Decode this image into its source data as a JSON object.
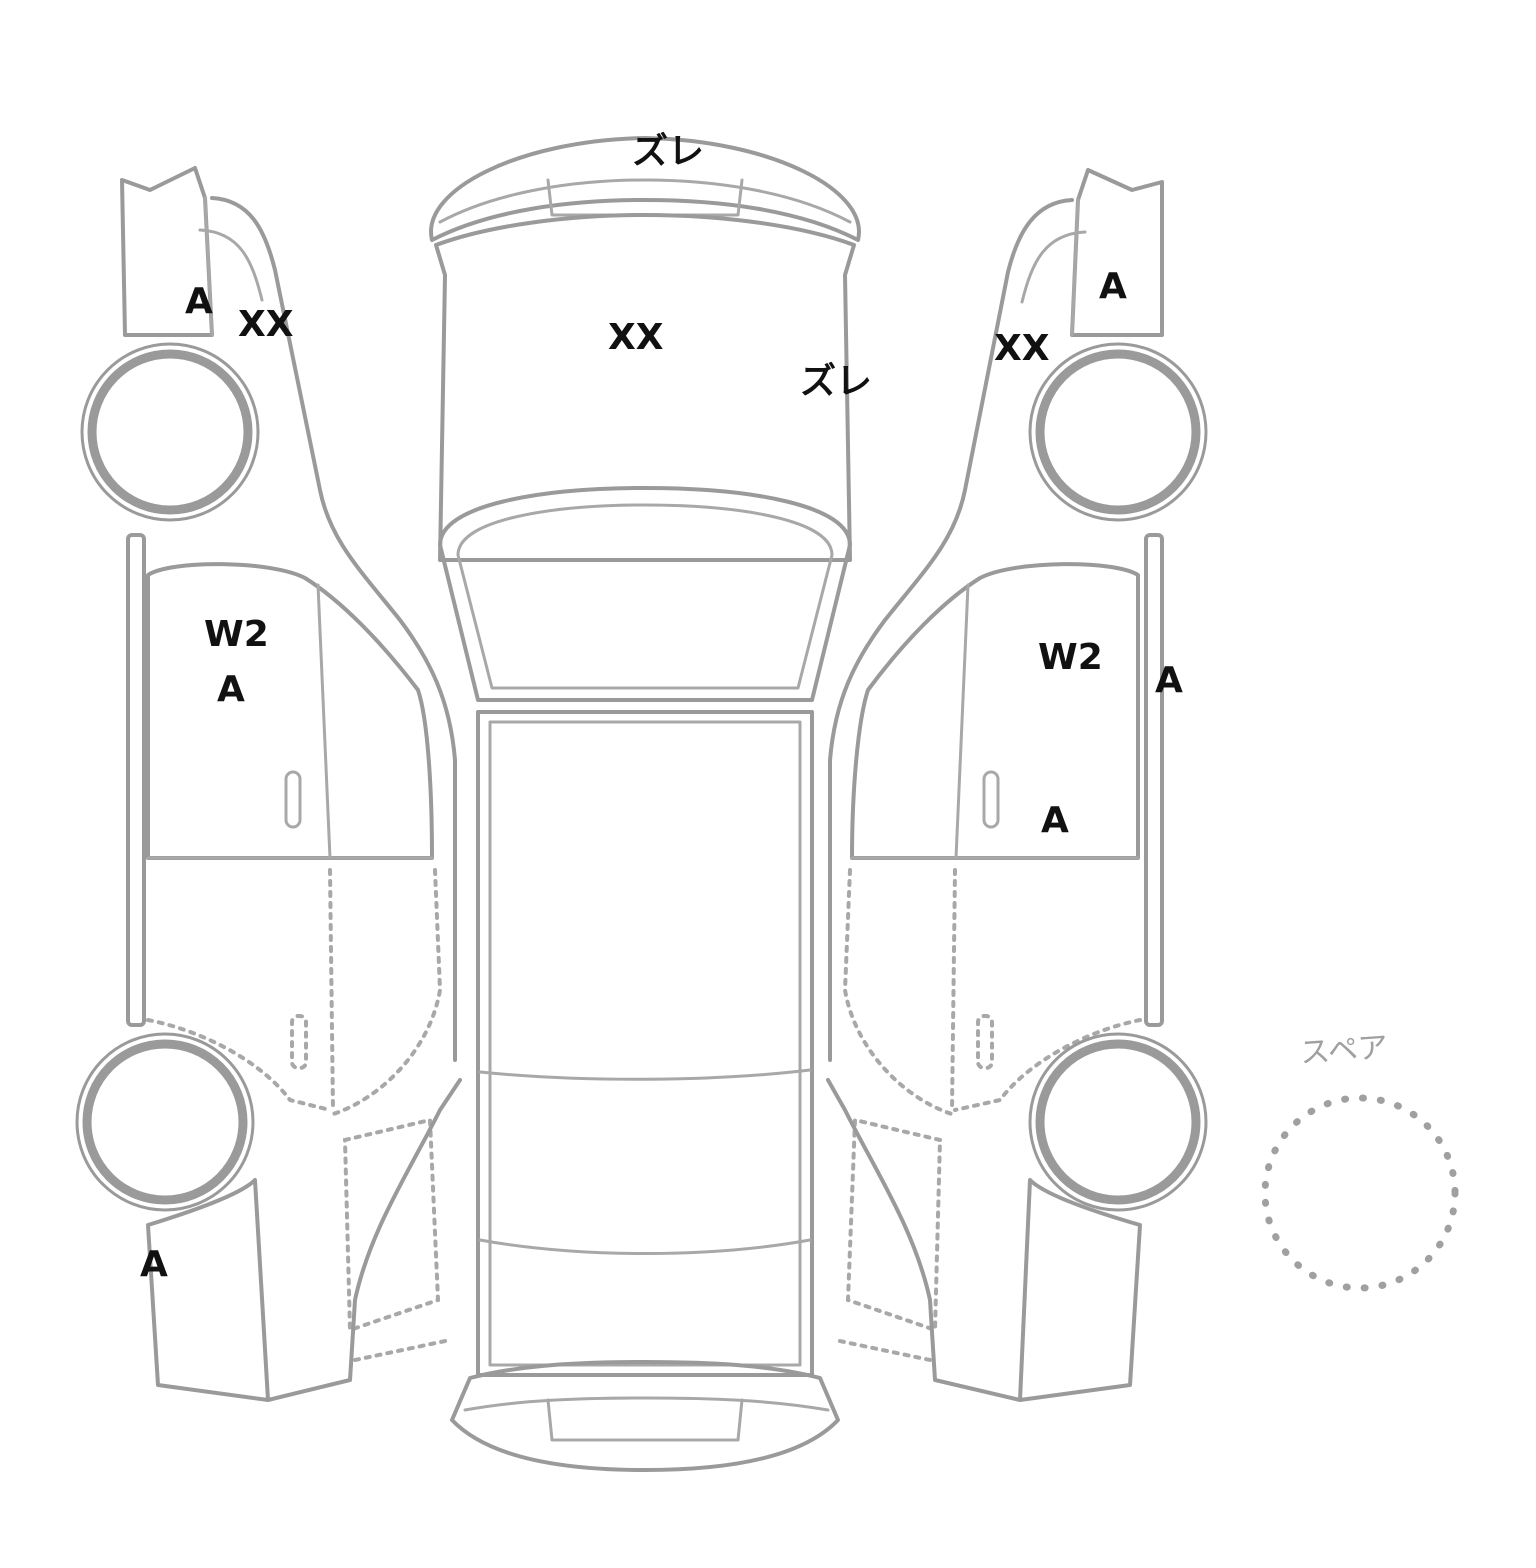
{
  "marks": {
    "roof_top": "ズレ",
    "hood": "XX",
    "front_right_fender": "ズレ",
    "left_front_bumper": "A",
    "left_front_fender": "XX",
    "left_front_door_w2": "W2",
    "left_front_door_a": "A",
    "left_rear_bumper": "A",
    "right_front_bumper": "A",
    "right_front_fender": "XX",
    "right_front_door_w2": "W2",
    "right_side_sill": "A",
    "right_front_door_a": "A"
  },
  "spare": {
    "label": "スペア"
  }
}
